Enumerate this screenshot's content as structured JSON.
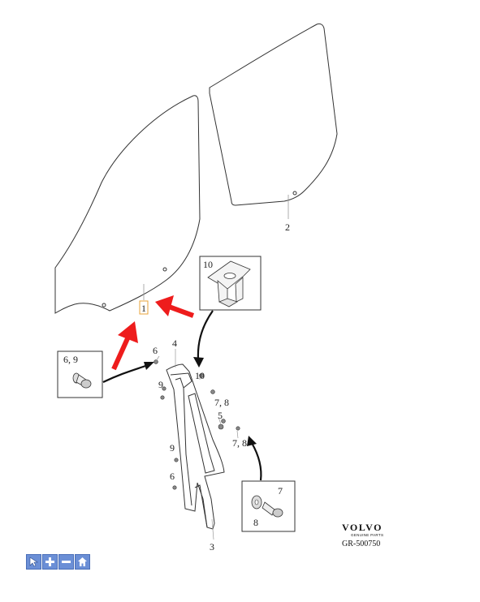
{
  "labels": {
    "part_1": "1",
    "part_2": "2",
    "part_3": "3",
    "part_4": "4",
    "part_5": "5",
    "part_6_top": "6",
    "part_6_bottom": "6",
    "part_9_top": "9",
    "part_9_bottom": "9",
    "part_10_main": "10",
    "part_78_top": "7, 8",
    "part_78_bottom": "7, 8"
  },
  "callouts": {
    "bolt_box": "6, 9",
    "clip_box": "10",
    "washer_bolt_box_7": "7",
    "washer_bolt_box_8": "8"
  },
  "brand": {
    "name": "VOLVO",
    "sub": "GENUINE PARTS",
    "reference": "GR-500750"
  },
  "colors": {
    "highlight_arrow": "#ee1c1c",
    "toolbar_button": "#6b8fd6",
    "part_1_highlight_box": "#e8a33a"
  },
  "toolbar": {
    "buttons": [
      "pointer-icon",
      "zoom-in-icon",
      "zoom-out-icon",
      "home-icon"
    ]
  }
}
